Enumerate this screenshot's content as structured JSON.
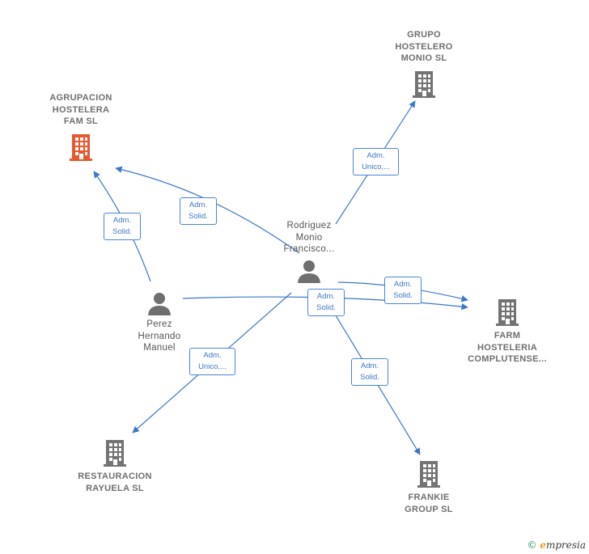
{
  "nodes": {
    "agrupacion": {
      "label": "AGRUPACION\nHOSTELERA\nFAM  SL",
      "type": "company-highlight",
      "color": "#e8572d"
    },
    "grupo": {
      "label": "GRUPO\nHOSTELERO\nMONIO SL",
      "type": "company",
      "color": "#737373"
    },
    "rodriguez": {
      "label": "Rodriguez\nMonio\nFrancisco...",
      "type": "person"
    },
    "perez": {
      "label": "Perez\nHernando\nManuel",
      "type": "person"
    },
    "farm": {
      "label": "FARM\nHOSTELERIA\nCOMPLUTENSE...",
      "type": "company"
    },
    "restauracion": {
      "label": "RESTAURACION\nRAYUELA  SL",
      "type": "company"
    },
    "frankie": {
      "label": "FRANKIE\nGROUP  SL",
      "type": "company"
    }
  },
  "edges": {
    "rod_grupo": "Adm.\nUnico,...",
    "rod_agrup": "Adm.\nSolid.",
    "perez_agrup": "Adm.\nSolid.",
    "rod_farm": "Adm.\nSolid.",
    "perez_farm": "Adm.\nSolid.",
    "rod_rest": "Adm.\nUnico,...",
    "rod_frankie": "Adm.\nSolid."
  },
  "colors": {
    "edge": "#3a78c8",
    "company": "#737373",
    "highlight": "#e8572d",
    "person": "#6f6f6f"
  },
  "brand": {
    "copyright": "©",
    "name_initial": "e",
    "name_rest": "mpresia"
  }
}
